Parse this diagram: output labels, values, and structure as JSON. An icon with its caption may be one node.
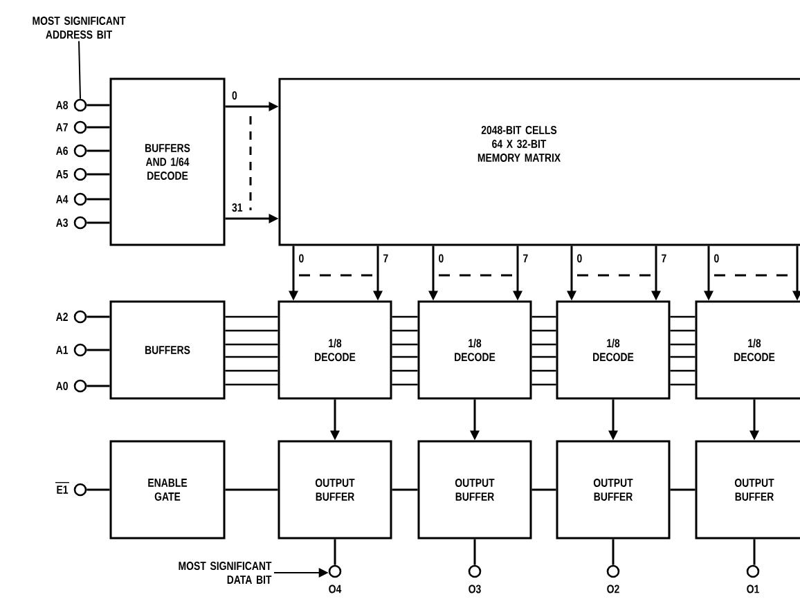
{
  "diagram": {
    "nodes": [
      {
        "text": [
          "MOST SIGNIFICANT ADDRESS BIT"
        ]
      },
      {
        "text": [],
        "shape": "circle",
        "beside": [
          "A8"
        ]
      },
      {
        "text": [],
        "shape": "circle",
        "beside": [
          "A7"
        ]
      },
      {
        "text": [],
        "shape": "circle",
        "beside": [
          "A6"
        ]
      },
      {
        "text": [],
        "shape": "circle",
        "beside": [
          "A5"
        ]
      },
      {
        "text": [],
        "shape": "circle",
        "beside": [
          "A4"
        ]
      },
      {
        "text": [],
        "shape": "circle",
        "beside": [
          "A3"
        ]
      },
      {
        "text": [
          "BUFFERS AND 1/64 DECODE"
        ]
      },
      {
        "text": [
          "2048-BIT CELLS 64 X 32-BIT MEMORY MATRIX"
        ]
      },
      {
        "text": [],
        "shape": "circle",
        "beside": [
          "A2"
        ]
      },
      {
        "text": [],
        "shape": "circle",
        "beside": [
          "A1"
        ]
      },
      {
        "text": [],
        "shape": "circle",
        "beside": [
          "A0"
        ]
      },
      {
        "text": [
          "BUFFERS"
        ]
      },
      {
        "text": [
          "1/8 DECODE"
        ]
      },
      {
        "text": [
          "1/8 DECODE"
        ]
      },
      {
        "text": [
          "1/8 DECODE"
        ]
      },
      {
        "text": [
          "1/8 DECODE"
        ]
      },
      {
        "text": [],
        "shape": "circle",
        "beside": [
          "E1"
        ]
      },
      {
        "text": [
          "ENABLE GATE"
        ]
      },
      {
        "text": [
          "OUTPUT BUFFER"
        ]
      },
      {
        "text": [
          "OUTPUT BUFFER"
        ]
      },
      {
        "text": [
          "OUTPUT BUFFER"
        ]
      },
      {
        "text": [
          "OUTPUT BUFFER"
        ]
      },
      {
        "text": [
          "MOST SIGNIFICANT DATA BIT"
        ]
      },
      {
        "text": [],
        "shape": "circle",
        "beside": [
          "O4"
        ]
      },
      {
        "text": [],
        "shape": "circle",
        "beside": [
          "O3"
        ]
      },
      {
        "text": [],
        "shape": "circle",
        "beside": [
          "O2"
        ]
      },
      {
        "text": [],
        "shape": "circle",
        "beside": [
          "O1"
        ]
      }
    ],
    "edges": [
      {
        "from": 1,
        "to": 7,
        "arrow": "none"
      },
      {
        "from": 2,
        "to": 7,
        "arrow": "none"
      },
      {
        "from": 3,
        "to": 7,
        "arrow": "none"
      },
      {
        "from": 4,
        "to": 7,
        "arrow": "none"
      },
      {
        "from": 5,
        "to": 7,
        "arrow": "none"
      },
      {
        "from": 6,
        "to": 7,
        "arrow": "none"
      },
      {
        "from": 7,
        "to": 8,
        "arrow": "to",
        "label": "0"
      },
      {
        "from": 7,
        "to": 8,
        "arrow": "to",
        "label": "31"
      },
      {
        "from": 0,
        "to": 1,
        "arrow": "none"
      },
      {
        "from": 8,
        "to": 13,
        "arrow": "to",
        "label": "0"
      },
      {
        "from": 8,
        "to": 13,
        "arrow": "to",
        "label": "7"
      },
      {
        "from": 8,
        "to": 14,
        "arrow": "to",
        "label": "0"
      },
      {
        "from": 8,
        "to": 14,
        "arrow": "to",
        "label": "7"
      },
      {
        "from": 8,
        "to": 15,
        "arrow": "to",
        "label": "0"
      },
      {
        "from": 8,
        "to": 15,
        "arrow": "to",
        "label": "7"
      },
      {
        "from": 8,
        "to": 16,
        "arrow": "to",
        "label": "0"
      },
      {
        "from": 8,
        "to": 16,
        "arrow": "to"
      },
      {
        "from": 9,
        "to": 12,
        "arrow": "none"
      },
      {
        "from": 10,
        "to": 12,
        "arrow": "none"
      },
      {
        "from": 11,
        "to": 12,
        "arrow": "none"
      },
      {
        "from": 12,
        "to": 13,
        "arrow": "none"
      },
      {
        "from": 13,
        "to": 14,
        "arrow": "none"
      },
      {
        "from": 14,
        "to": 15,
        "arrow": "none"
      },
      {
        "from": 15,
        "to": 16,
        "arrow": "none"
      },
      {
        "from": 13,
        "to": 19,
        "arrow": "to"
      },
      {
        "from": 14,
        "to": 20,
        "arrow": "to"
      },
      {
        "from": 15,
        "to": 21,
        "arrow": "to"
      },
      {
        "from": 16,
        "to": 22,
        "arrow": "to"
      },
      {
        "from": 17,
        "to": 18,
        "arrow": "none"
      },
      {
        "from": 18,
        "to": 19,
        "arrow": "none"
      },
      {
        "from": 19,
        "to": 20,
        "arrow": "none"
      },
      {
        "from": 20,
        "to": 21,
        "arrow": "none"
      },
      {
        "from": 21,
        "to": 22,
        "arrow": "none"
      },
      {
        "from": 19,
        "to": 24,
        "arrow": "none"
      },
      {
        "from": 20,
        "to": 25,
        "arrow": "none"
      },
      {
        "from": 21,
        "to": 26,
        "arrow": "none"
      },
      {
        "from": 22,
        "to": 27,
        "arrow": "none"
      },
      {
        "from": 23,
        "to": 24,
        "arrow": "to"
      }
    ]
  }
}
